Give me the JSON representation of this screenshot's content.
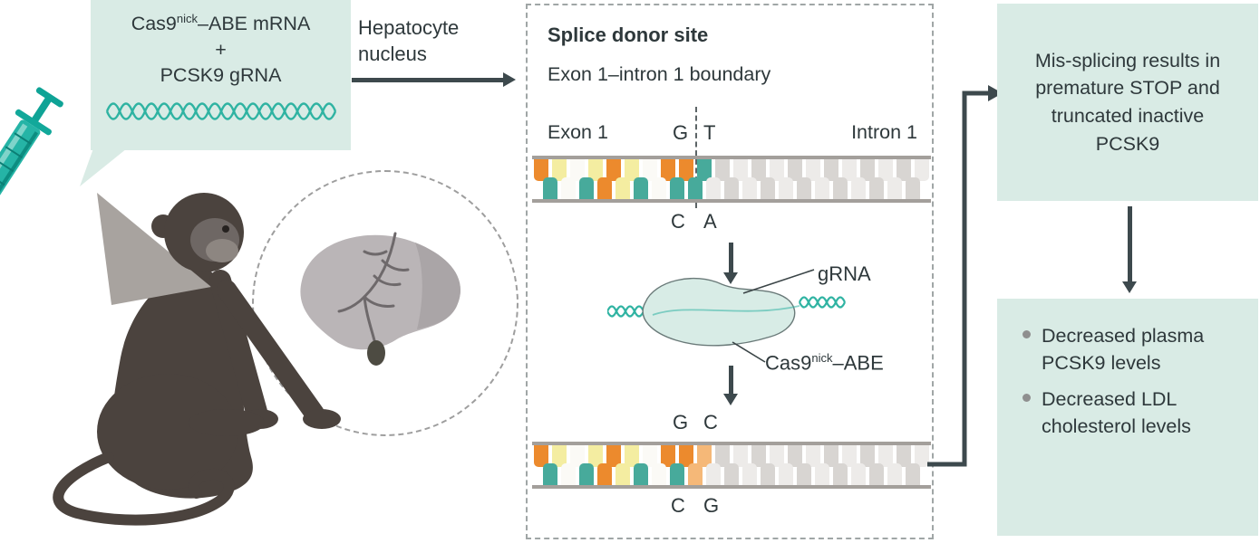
{
  "colors": {
    "mint_box": "#d9ebe5",
    "teal": "#2fb3a2",
    "arrow": "#3d494d",
    "ink": "#2e383b",
    "monkey": "#4b433e",
    "liver": "#bab5b7",
    "exon_orange": "#ec8a2d",
    "exon_yellow": "#f4eda1",
    "exon_teal": "#47aa9b",
    "edited_orange": "#f5b878",
    "intron_gray": "#d8d5d2"
  },
  "injection_box": {
    "line1_pre": "Cas9",
    "line1_sup": "nick",
    "line1_post": "–ABE mRNA",
    "plus": "+",
    "line2": "PCSK9 gRNA"
  },
  "transfer_arrow": {
    "label_line1": "Hepatocyte",
    "label_line2": "nucleus"
  },
  "splice_panel": {
    "title": "Splice donor site",
    "subtitle": "Exon 1–intron 1 boundary",
    "exon_label": "Exon 1",
    "intron_label": "Intron 1",
    "strand1": {
      "top_left": "G",
      "top_right": "T",
      "bottom_left": "C",
      "bottom_right": "A"
    },
    "strand2": {
      "top_left": "G",
      "top_right": "C",
      "bottom_left": "C",
      "bottom_right": "G"
    },
    "grna_label": "gRNA",
    "cas9_pre": "Cas9",
    "cas9_sup": "nick",
    "cas9_post": "–ABE"
  },
  "outcome_box": {
    "text": "Mis-splicing results in premature STOP and truncated inactive PCSK9"
  },
  "results_box": {
    "bullets": [
      "Decreased plasma PCSK9 levels",
      "Decreased LDL cholesterol levels"
    ]
  },
  "strand_teeth": {
    "strand1_top": [
      "#ec8a2d",
      "#f4eda1",
      "#fbfaf6",
      "#f4eda1",
      "#ec8a2d",
      "#f4eda1",
      "#fbfaf6",
      "#ec8a2d",
      "#ec8a2d",
      "#47aa9b",
      "#d8d5d2",
      "#edebe9",
      "#d8d5d2",
      "#edebe9",
      "#d8d5d2",
      "#edebe9",
      "#d8d5d2",
      "#edebe9",
      "#d8d5d2",
      "#edebe9",
      "#d8d5d2",
      "#edebe9"
    ],
    "strand1_bottom": [
      "#47aa9b",
      "#fbfaf6",
      "#47aa9b",
      "#ec8a2d",
      "#f4eda1",
      "#47aa9b",
      "#fbfaf6",
      "#47aa9b",
      "#47aa9b",
      "#edebe9",
      "#d8d5d2",
      "#edebe9",
      "#d8d5d2",
      "#edebe9",
      "#d8d5d2",
      "#edebe9",
      "#d8d5d2",
      "#edebe9",
      "#d8d5d2",
      "#edebe9",
      "#d8d5d2"
    ],
    "strand2_top": [
      "#ec8a2d",
      "#f4eda1",
      "#fbfaf6",
      "#f4eda1",
      "#ec8a2d",
      "#f4eda1",
      "#fbfaf6",
      "#ec8a2d",
      "#ec8a2d",
      "#f5b878",
      "#d8d5d2",
      "#edebe9",
      "#d8d5d2",
      "#edebe9",
      "#d8d5d2",
      "#edebe9",
      "#d8d5d2",
      "#edebe9",
      "#d8d5d2",
      "#edebe9",
      "#d8d5d2",
      "#edebe9"
    ],
    "strand2_bottom": [
      "#47aa9b",
      "#fbfaf6",
      "#47aa9b",
      "#ec8a2d",
      "#f4eda1",
      "#47aa9b",
      "#fbfaf6",
      "#47aa9b",
      "#f5b878",
      "#edebe9",
      "#d8d5d2",
      "#edebe9",
      "#d8d5d2",
      "#edebe9",
      "#d8d5d2",
      "#edebe9",
      "#d8d5d2",
      "#edebe9",
      "#d8d5d2",
      "#edebe9",
      "#d8d5d2"
    ]
  }
}
